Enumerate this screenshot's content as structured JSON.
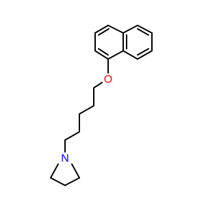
{
  "molecule": {
    "atoms": [
      {
        "id": "a1",
        "element": "N",
        "label": "N",
        "color": "#0000FF"
      },
      {
        "id": "a2",
        "element": "O",
        "label": "O",
        "color": "#FF0000"
      }
    ],
    "bonds": [
      {
        "id": "b1",
        "from": "a1",
        "to": "a2",
        "order": 1
      }
    ]
  }
}
